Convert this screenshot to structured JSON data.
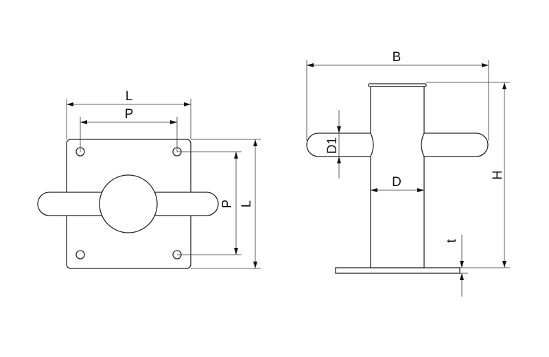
{
  "top_view": {
    "dim_width_outer": "L",
    "dim_width_holes": "P",
    "dim_height_holes": "P",
    "dim_height_outer": "L"
  },
  "side_view": {
    "dim_overall_width": "B",
    "dim_arm_diameter": "D1",
    "dim_post_diameter": "D",
    "dim_height": "H",
    "dim_thickness": "t"
  }
}
